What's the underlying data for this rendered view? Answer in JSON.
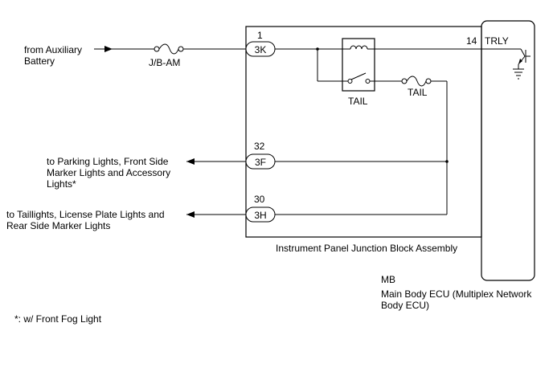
{
  "labels": {
    "from_aux_line1": "from Auxiliary",
    "from_aux_line2": "Battery",
    "jb_am": "J/B-AM",
    "tail_relay": "TAIL",
    "tail_fuse": "TAIL",
    "trly_pin": "14",
    "trly": "TRLY",
    "parking_line1": "to Parking Lights, Front Side",
    "parking_line2": "Marker Lights and Accessory",
    "parking_line3": "Lights*",
    "taillight_line1": "to Taillights, License Plate Lights and",
    "taillight_line2": "Rear Side Marker Lights",
    "junction_block": "Instrument Panel Junction Block Assembly",
    "ecu_code": "MB",
    "ecu_line1": "Main Body ECU (Multiplex Network",
    "ecu_line2": "Body ECU)",
    "footnote": "*: w/ Front Fog Light"
  },
  "connectors": [
    {
      "pin": "1",
      "code": "3K"
    },
    {
      "pin": "32",
      "code": "3F"
    },
    {
      "pin": "30",
      "code": "3H"
    }
  ],
  "colors": {
    "line": "#000000",
    "background": "#ffffff"
  }
}
